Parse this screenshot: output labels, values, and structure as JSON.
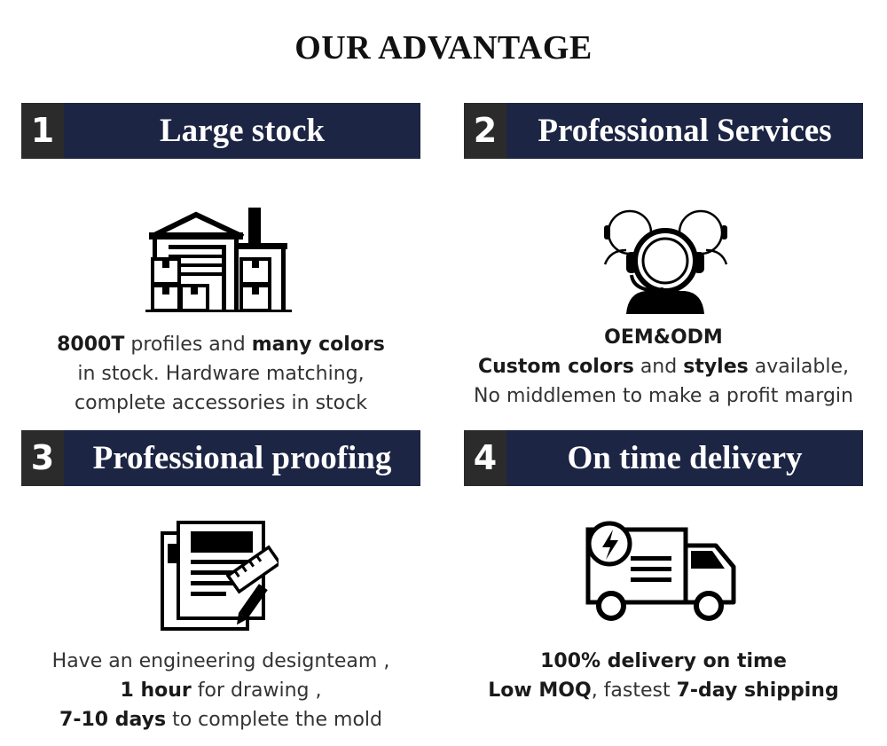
{
  "page": {
    "title": "OUR ADVANTAGE"
  },
  "cards": [
    {
      "number": "1",
      "heading": "Large stock",
      "icon": "warehouse-icon",
      "lines": [
        [
          {
            "t": "8000T",
            "b": true
          },
          {
            "t": " profiles and ",
            "b": false
          },
          {
            "t": "many colors",
            "b": true
          }
        ],
        [
          {
            "t": "in stock. Hardware matching,",
            "b": false
          }
        ],
        [
          {
            "t": "complete accessories in stock",
            "b": false
          }
        ]
      ]
    },
    {
      "number": "2",
      "heading": "Professional Services",
      "icon": "customer-service-headset-icon",
      "lines": [
        [
          {
            "t": "OEM&ODM",
            "b": true
          }
        ],
        [
          {
            "t": "Custom colors",
            "b": true
          },
          {
            "t": " and ",
            "b": false
          },
          {
            "t": "styles",
            "b": true
          },
          {
            "t": " available,",
            "b": false
          }
        ],
        [
          {
            "t": "No middlemen to make a profit margin",
            "b": false
          }
        ]
      ]
    },
    {
      "number": "3",
      "heading": "Professional proofing",
      "icon": "document-drawing-icon",
      "lines": [
        [
          {
            "t": "Have an engineering designteam ,",
            "b": false
          }
        ],
        [
          {
            "t": "1 hour",
            "b": true
          },
          {
            "t": " for drawing ,",
            "b": false
          }
        ],
        [
          {
            "t": "7-10 days",
            "b": true
          },
          {
            "t": " to complete the mold",
            "b": false
          }
        ]
      ]
    },
    {
      "number": "4",
      "heading": "On time delivery",
      "icon": "delivery-truck-icon",
      "lines": [
        [
          {
            "t": "100% delivery on time",
            "b": true
          }
        ],
        [
          {
            "t": "Low MOQ",
            "b": true
          },
          {
            "t": ", fastest ",
            "b": false
          },
          {
            "t": "7-day shipping",
            "b": true
          }
        ]
      ]
    }
  ],
  "colors": {
    "header_bar": "#1d2544",
    "number_box": "#2b2b2b",
    "text": "#333333"
  }
}
